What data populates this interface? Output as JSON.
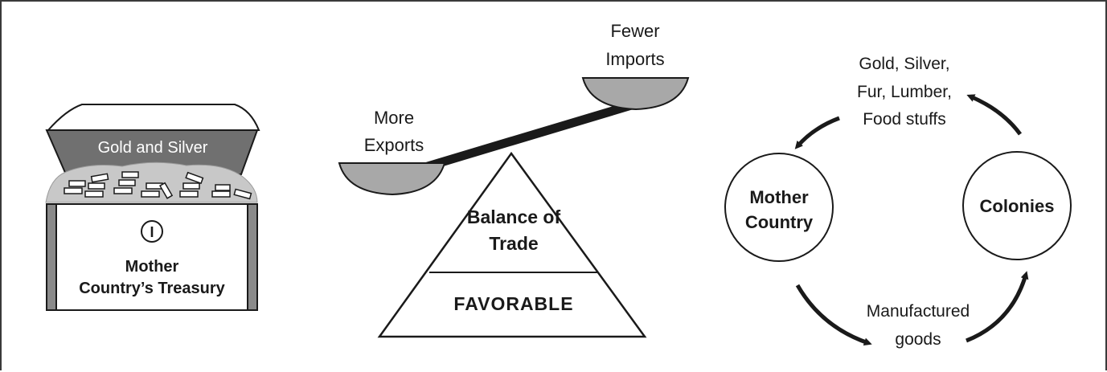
{
  "treasury": {
    "bin_label": "Gold and Silver",
    "label_line1": "Mother",
    "label_line2": "Country’s Treasury",
    "lock_glyph": "I"
  },
  "scale": {
    "left_label_line1": "More",
    "left_label_line2": "Exports",
    "right_label_line1": "Fewer",
    "right_label_line2": "Imports",
    "pyramid_line1": "Balance of",
    "pyramid_line2": "Trade",
    "pyramid_base": "FAVORABLE"
  },
  "cycle": {
    "left_node": "Mother\nCountry",
    "left_node_line1": "Mother",
    "left_node_line2": "Country",
    "right_node": "Colonies",
    "top_line1": "Gold, Silver,",
    "top_line2": "Fur, Lumber,",
    "top_line3": "Food stuffs",
    "bottom_line1": "Manufactured",
    "bottom_line2": "goods"
  },
  "colors": {
    "ink": "#1a1a1a",
    "bin_gray": "#707070",
    "pile_gray": "#c8c8c8",
    "pan_gray": "#a8a8a8"
  }
}
